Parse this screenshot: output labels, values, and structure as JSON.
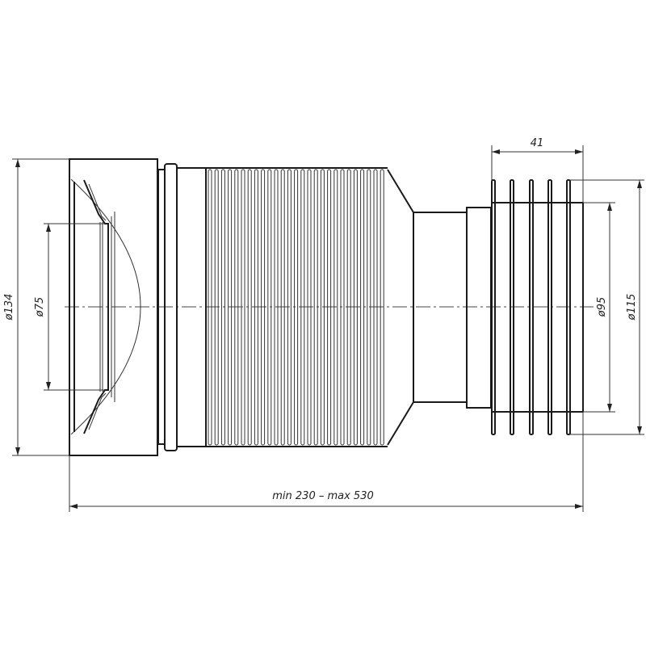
{
  "drawing": {
    "dimensions": {
      "outer_housing_diameter": "ø134",
      "inner_outlet_diameter": "ø75",
      "pipe_inner_diameter": "ø95",
      "pipe_outer_diameter": "ø115",
      "seal_length": "41",
      "length_range": "min 230 – max 530"
    },
    "colors": {
      "line": "#1a1a1a",
      "background": "#ffffff"
    }
  }
}
